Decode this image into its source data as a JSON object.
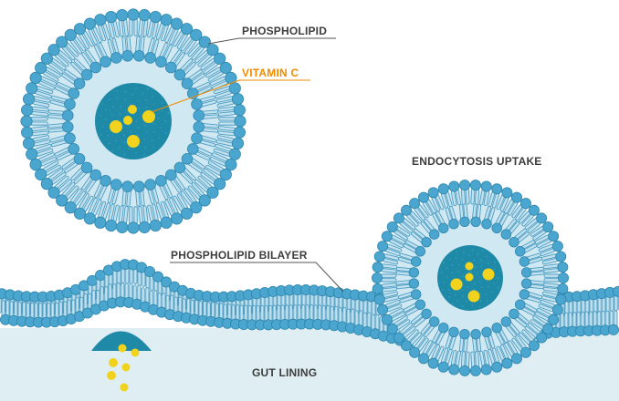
{
  "labels": {
    "phospholipid": "PHOSPHOLIPID",
    "vitamin_c": "VITAMIN C",
    "endocytosis": "ENDOCYTOSIS UPTAKE",
    "bilayer": "PHOSPHOLIPID BILAYER",
    "gut_lining": "GUT LINING"
  },
  "colors": {
    "head": "#4aa6cf",
    "head_stroke": "#2f86ad",
    "tail": "#c2e2ef",
    "tail_stroke": "#4f9dc2",
    "core": "#1f8aa8",
    "core_texture": "#2aa0bd",
    "vitamin": "#f1d21c",
    "vitamin_label": "#f08c00",
    "gut_fill": "#dfeef3",
    "inner_fill": "#cfe8f1",
    "label_text": "#3d3d3d",
    "leader_line": "#555555"
  },
  "icons": [
    "liposome-icon",
    "phospholipid-molecule-icon",
    "vitamin-c-particle-icon",
    "membrane-bilayer-icon"
  ]
}
